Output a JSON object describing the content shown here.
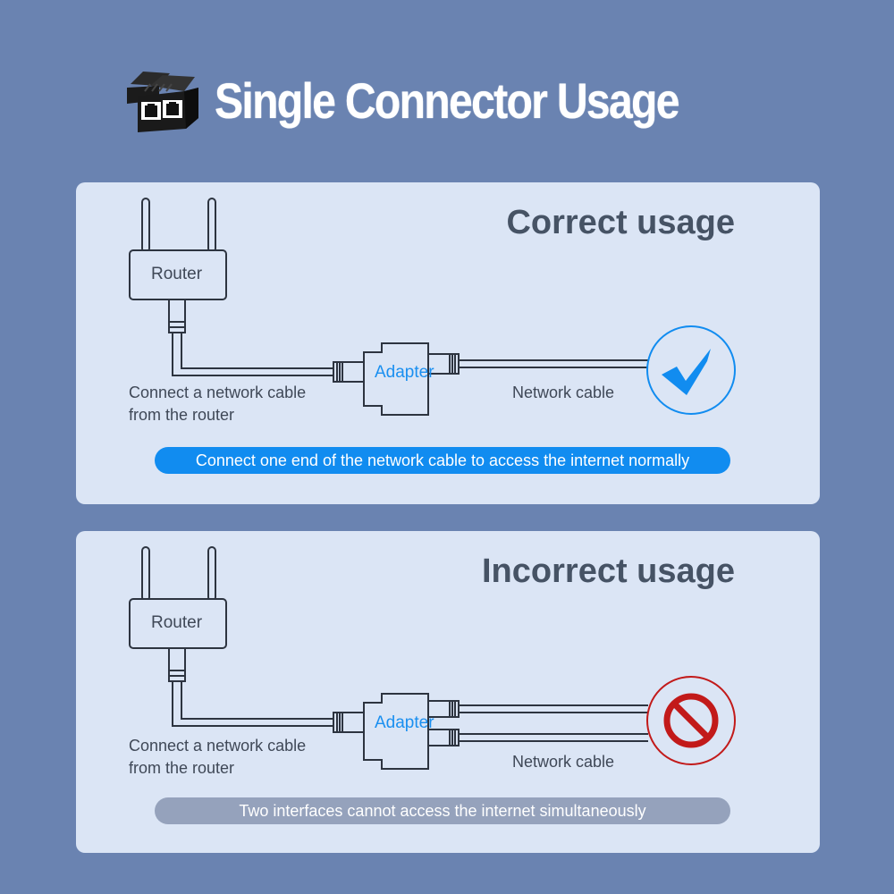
{
  "header": {
    "title": "Single Connector Usage",
    "icon": "rj45-splitter-adapter-icon"
  },
  "panels": [
    {
      "title": "Correct usage",
      "router_label": "Router",
      "source_label_line1": "Connect a network cable",
      "source_label_line2": "from the router",
      "adapter_label": "Adapter",
      "network_cable_label": "Network cable",
      "status_icon": "check-circle-icon",
      "status_color": "#118cf0",
      "note": "Connect one end of the network cable to access the internet normally",
      "note_color": "#118cf0",
      "output_cables": 1
    },
    {
      "title": "Incorrect usage",
      "router_label": "Router",
      "source_label_line1": "Connect a network cable",
      "source_label_line2": "from the router",
      "adapter_label": "Adapter",
      "network_cable_label": "Network cable",
      "status_icon": "prohibited-circle-icon",
      "status_color": "#c21a1a",
      "note": "Two interfaces cannot access the internet simultaneously",
      "note_color": "#95a2bc",
      "output_cables": 2
    }
  ]
}
